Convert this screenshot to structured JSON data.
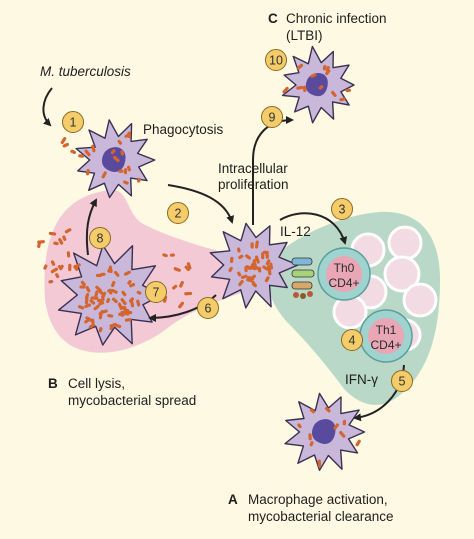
{
  "colors": {
    "background": "#fdf9e3",
    "lysis_region": "#f4c9d6",
    "activation_region": "#b9d8c7",
    "macrophage": "#c9b8da",
    "nucleus": "#5a4a9e",
    "bacteria": "#d4652f",
    "marker": "#f5cc6a",
    "tcell": "#9fd3cf",
    "tcell_nucleus": "#e9a7b6",
    "arrow": "#222222"
  },
  "labels": {
    "pathogen": "M. tuberculosis",
    "phagocytosis": "Phagocytosis",
    "intracellular_1": "Intracellular",
    "intracellular_2": "proliferation",
    "il12": "IL-12",
    "ifn": "IFN-γ",
    "th0_1": "Th0",
    "th0_2": "CD4+",
    "th1_1": "Th1",
    "th1_2": "CD4+"
  },
  "outcomes": {
    "A": {
      "letter": "A",
      "line1": "Macrophage activation,",
      "line2": "mycobacterial clearance"
    },
    "B": {
      "letter": "B",
      "line1": "Cell lysis,",
      "line2": "mycobacterial spread"
    },
    "C": {
      "letter": "C",
      "line1": "Chronic infection",
      "line2": "(LTBI)"
    }
  },
  "steps": {
    "s1": "1",
    "s2": "2",
    "s3": "3",
    "s4": "4",
    "s5": "5",
    "s6": "6",
    "s7": "7",
    "s8": "8",
    "s9": "9",
    "s10": "10"
  }
}
